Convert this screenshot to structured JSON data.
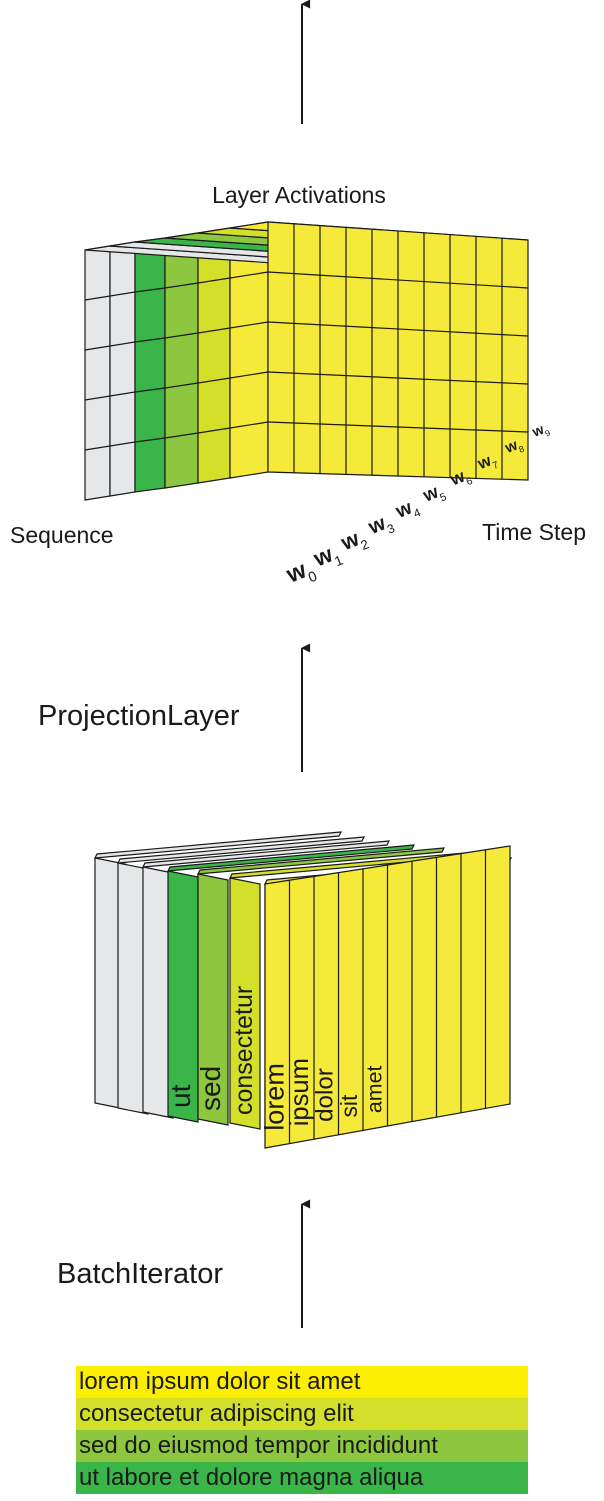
{
  "labels": {
    "layer_activations": "Layer Activations",
    "sequence": "Sequence",
    "time_step": "Time Step",
    "projection_layer": "ProjectionLayer",
    "batch_iterator": "BatchIterator"
  },
  "time_steps": [
    {
      "base": "w",
      "sub": "0"
    },
    {
      "base": "w",
      "sub": "1"
    },
    {
      "base": "w",
      "sub": "2"
    },
    {
      "base": "w",
      "sub": "3"
    },
    {
      "base": "w",
      "sub": "4"
    },
    {
      "base": "w",
      "sub": "5"
    },
    {
      "base": "w",
      "sub": "6"
    },
    {
      "base": "w",
      "sub": "7"
    },
    {
      "base": "w",
      "sub": "8"
    },
    {
      "base": "w",
      "sub": "9"
    }
  ],
  "slab_words": {
    "ut": "ut",
    "sed": "sed",
    "consectetur": "consectetur",
    "front": [
      "lorem",
      "ipsum",
      "dolor",
      "sit",
      "amet"
    ]
  },
  "sentences": [
    {
      "text": "lorem ipsum dolor sit amet",
      "color": "#fcee00"
    },
    {
      "text": "consectetur adipiscing elit",
      "color": "#d4df2a"
    },
    {
      "text": "sed do eiusmod tempor incididunt",
      "color": "#8dc63f"
    },
    {
      "text": "ut labore et dolore magna aliqua",
      "color": "#39b54a"
    }
  ],
  "colors": {
    "yellow": "#f5ea3a",
    "yellow_green": "#d4df2a",
    "light_green": "#8dc63f",
    "green": "#39b54a",
    "gray": "#e6e7e8"
  }
}
